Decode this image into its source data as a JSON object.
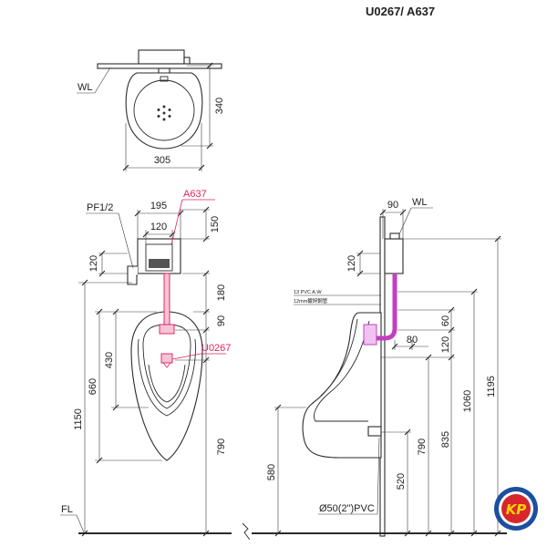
{
  "title": "U0267/ A637",
  "colors": {
    "line": "#2b2b2b",
    "highlight": "#e0245e",
    "pipe": "#c23fc2",
    "logo_ring": "#1d4ea0",
    "logo_fill": "#d7262c",
    "logo_text": "#ffd400"
  },
  "top_view": {
    "wall_label": "WL",
    "depth_dim": "340",
    "width_dim": "305"
  },
  "front_view": {
    "supply_label": "PF1/2",
    "box_width_dim": "195",
    "panel_width_dim": "120",
    "valve_label": "A637",
    "box_height_dim": "150",
    "supply_height_dim": "120",
    "box_to_urinal_dim": "180",
    "urinal_to_spud_dim": "90",
    "urinal_label": "U0267",
    "bowl_dim": "430",
    "urinal_height_dim": "660",
    "overall_height_dim": "1150",
    "sensor_height_dim": "790",
    "floor_label": "FL"
  },
  "side_view": {
    "box_depth_dim": "90",
    "wall_label": "WL",
    "supply_height_dim": "120",
    "pipe_note_1": "13 PVC A.W",
    "pipe_note_2": "12mm鍍鋅鋼管",
    "spud_offset_dim": "60",
    "spud_drop_dim": "120",
    "spud_projection_dim": "80",
    "overall_height_dim": "1195",
    "pipe_height_dim": "1060",
    "spud_height_dim": "835",
    "sensor_height_dim": "790",
    "rim_height_dim": "580",
    "drain_height_dim": "520",
    "drain_label": "Ø50(2\")PVC"
  },
  "logo": {
    "text": "KP"
  }
}
